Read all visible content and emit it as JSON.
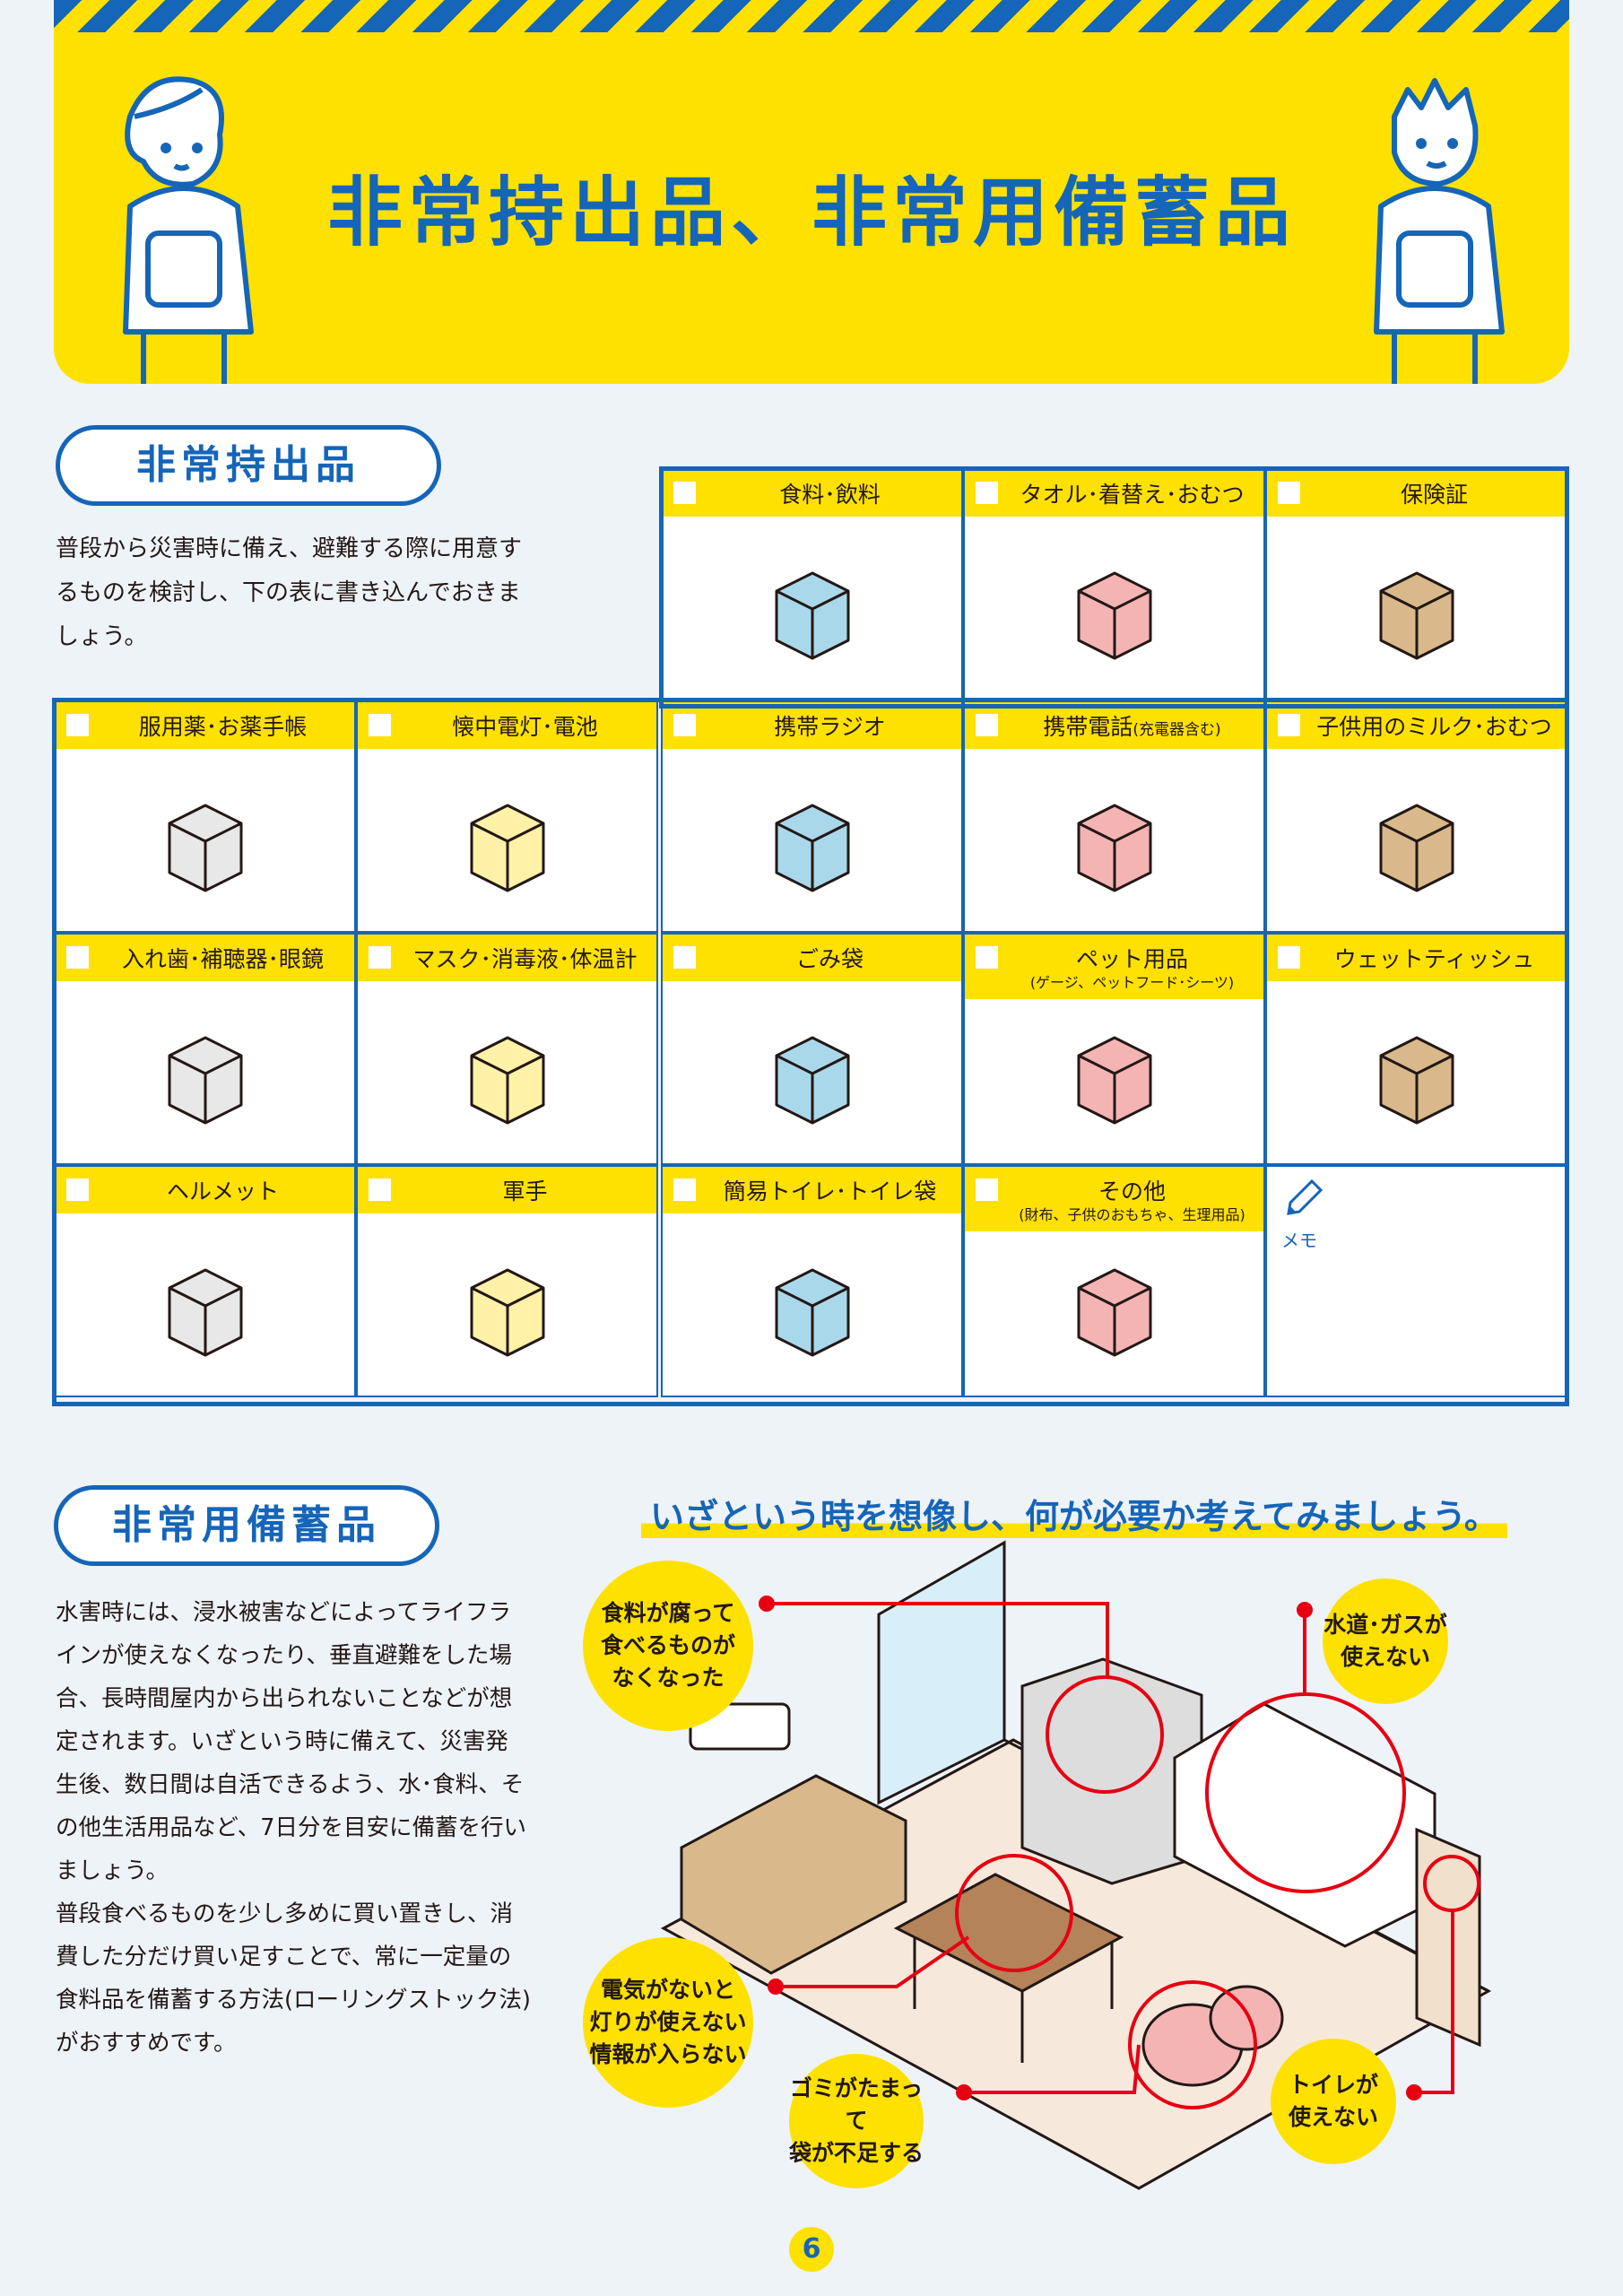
{
  "header": {
    "title": "非常持出品、非常用備蓄品"
  },
  "carry_out": {
    "heading": "非常持出品",
    "description": "普段から災害時に備え、避難する際に用意するものを検討し、下の表に書き込んでおきましょう。",
    "items": [
      {
        "label": "食料･飲料",
        "icon": "food-drink-icon"
      },
      {
        "label": "タオル･着替え･おむつ",
        "icon": "towel-clothes-icon"
      },
      {
        "label": "保険証",
        "icon": "insurance-card-icon"
      },
      {
        "label": "服用薬･お薬手帳",
        "icon": "medicine-icon"
      },
      {
        "label": "懐中電灯･電池",
        "icon": "flashlight-icon"
      },
      {
        "label": "携帯ラジオ",
        "icon": "radio-icon"
      },
      {
        "label": "携帯電話",
        "sub_inline": "(充電器含む)",
        "icon": "phone-icon"
      },
      {
        "label": "子供用のミルク･おむつ",
        "icon": "baby-milk-icon"
      },
      {
        "label": "入れ歯･補聴器･眼鏡",
        "icon": "dentures-glasses-icon"
      },
      {
        "label": "マスク･消毒液･体温計",
        "icon": "mask-sanitizer-icon"
      },
      {
        "label": "ごみ袋",
        "icon": "garbage-bag-icon"
      },
      {
        "label": "ペット用品",
        "sub": "(ゲージ、ペットフード･シーツ)",
        "icon": "pet-supplies-icon"
      },
      {
        "label": "ウェットティッシュ",
        "icon": "wet-tissue-icon"
      },
      {
        "label": "ヘルメット",
        "icon": "helmet-icon"
      },
      {
        "label": "軍手",
        "icon": "gloves-icon"
      },
      {
        "label": "簡易トイレ･トイレ袋",
        "icon": "portable-toilet-icon"
      },
      {
        "label": "その他",
        "sub": "(財布、子供のおもちゃ、生理用品)",
        "icon": "others-icon"
      }
    ],
    "memo_label": "メモ"
  },
  "stockpile": {
    "heading": "非常用備蓄品",
    "paragraphs": [
      "水害時には、浸水被害などによってライフラインが使えなくなったり、垂直避難をした場合、長時間屋内から出られないことなどが想定されます。いざという時に備えて、災害発生後、数日間は自活できるよう、水･食料、その他生活用品など、7日分を目安に備蓄を行いましょう。",
      "普段食べるものを少し多めに買い置きし、消費した分だけ買い足すことで、常に一定量の食料品を備蓄する方法(ローリングストック法)がおすすめです。"
    ],
    "headline": "いざという時を想像し、何が必要か考えてみましょう。",
    "callouts": {
      "food": "食料が腐って\n食べるものが\nなくなった",
      "water_gas": "水道･ガスが\n使えない",
      "electricity": "電気がないと\n灯りが使えない\n情報が入らない",
      "garbage": "ゴミがたまって\n袋が不足する",
      "toilet": "トイレが\n使えない"
    }
  },
  "page_number": "6",
  "colors": {
    "brand_blue": "#1565b8",
    "yellow": "#ffe100",
    "alert_red": "#e60012"
  }
}
